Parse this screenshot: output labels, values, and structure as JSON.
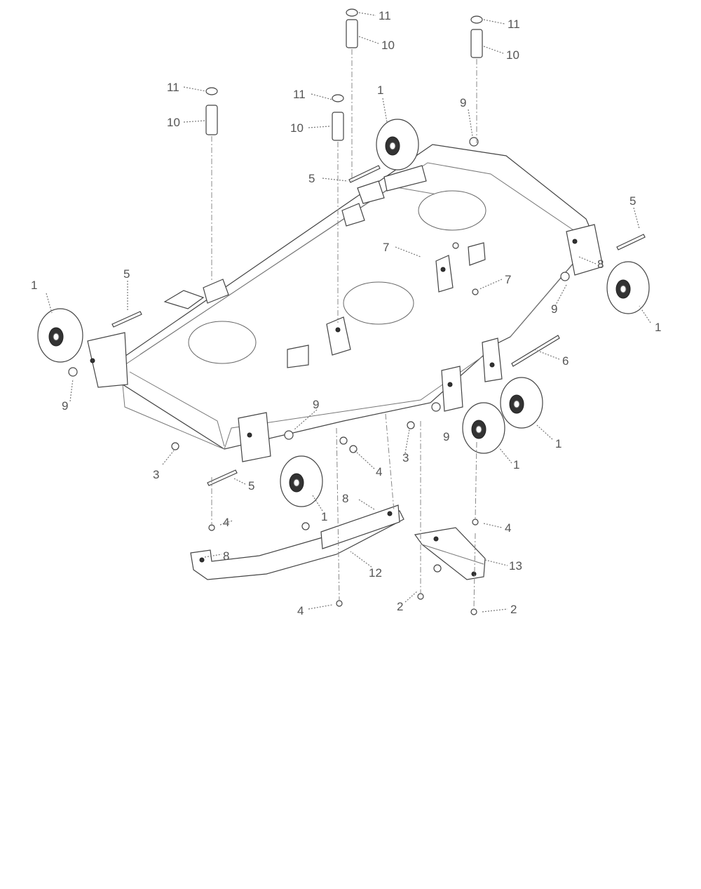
{
  "diagram": {
    "callouts": [
      {
        "id": "c11a",
        "text": "11"
      },
      {
        "id": "c10a",
        "text": "10"
      },
      {
        "id": "c11b",
        "text": "11"
      },
      {
        "id": "c10b",
        "text": "10"
      },
      {
        "id": "c11c",
        "text": "11"
      },
      {
        "id": "c10c",
        "text": "10"
      },
      {
        "id": "c11d",
        "text": "11"
      },
      {
        "id": "c10d",
        "text": "10"
      },
      {
        "id": "c1a",
        "text": "1"
      },
      {
        "id": "c9a",
        "text": "9"
      },
      {
        "id": "c5a",
        "text": "5"
      },
      {
        "id": "c5b",
        "text": "5"
      },
      {
        "id": "c7a",
        "text": "7"
      },
      {
        "id": "c7b",
        "text": "7"
      },
      {
        "id": "c8a",
        "text": "8"
      },
      {
        "id": "c9b",
        "text": "9"
      },
      {
        "id": "c1b",
        "text": "1"
      },
      {
        "id": "c5c",
        "text": "5"
      },
      {
        "id": "c1c",
        "text": "1"
      },
      {
        "id": "c9c",
        "text": "9"
      },
      {
        "id": "c6a",
        "text": "6"
      },
      {
        "id": "c9d",
        "text": "9"
      },
      {
        "id": "c9e",
        "text": "9"
      },
      {
        "id": "c1d",
        "text": "1"
      },
      {
        "id": "c1e",
        "text": "1"
      },
      {
        "id": "c3a",
        "text": "3"
      },
      {
        "id": "c3b",
        "text": "3"
      },
      {
        "id": "c4a",
        "text": "4"
      },
      {
        "id": "c5d",
        "text": "5"
      },
      {
        "id": "c1f",
        "text": "1"
      },
      {
        "id": "c8b",
        "text": "8"
      },
      {
        "id": "c4b",
        "text": "4"
      },
      {
        "id": "c8c",
        "text": "8"
      },
      {
        "id": "c12a",
        "text": "12"
      },
      {
        "id": "c4c",
        "text": "4"
      },
      {
        "id": "c13a",
        "text": "13"
      },
      {
        "id": "c4d",
        "text": "4"
      },
      {
        "id": "c2a",
        "text": "2"
      },
      {
        "id": "c2b",
        "text": "2"
      }
    ]
  }
}
